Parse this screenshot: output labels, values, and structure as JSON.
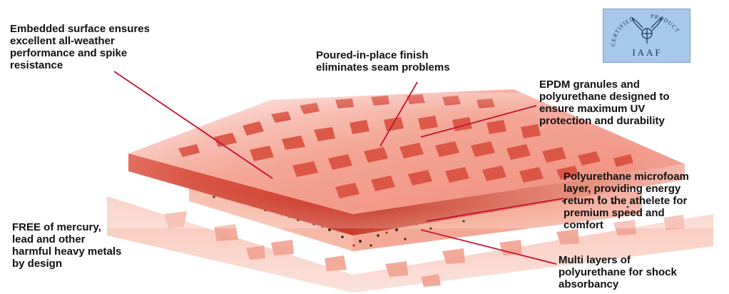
{
  "callouts": {
    "embedded": "Embedded surface ensures\nexcellent all-weather\nperformance and spike\nresistance",
    "poured": "Poured-in-place finish\neliminates seam problems",
    "epdm": "EPDM granules and\npolyurethane designed to\nensure maximum UV\nprotection and durability",
    "microfoam": "Polyurethane microfoam\nlayer, providing energy\nreturn to the athelete for\npremium speed and\ncomfort",
    "free": "FREE of mercury,\nlead and other\nharmful heavy metals\nby design",
    "multi": "Multi layers of\npolyurethane for shock\nabsorbancy"
  },
  "badge": {
    "word_left": "CERTIFIED",
    "word_right": "PRODUCT",
    "org": "IAAF"
  },
  "colors": {
    "leader_line": "#c8102e",
    "surface": "#f08a7c",
    "surface_dark": "#d64a3c",
    "foam": "#f2a08e",
    "badge_bg": "#a8c8ea"
  }
}
